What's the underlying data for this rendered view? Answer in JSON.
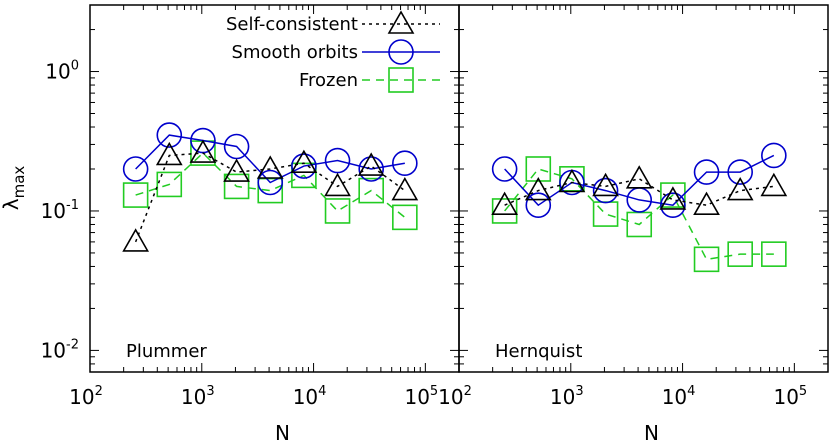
{
  "chart_data": {
    "type": "scatter",
    "y_scale": "log",
    "x_scale": "log",
    "ylabel": "λmax",
    "ylabel_main": "λ",
    "ylabel_sub": "max",
    "xlim": [
      100,
      200000
    ],
    "ylim": [
      0.007,
      3.0
    ],
    "y_ticks": [
      {
        "value": 1.0,
        "base": "10",
        "exp": "0"
      },
      {
        "value": 0.1,
        "base": "10",
        "exp": "-1"
      },
      {
        "value": 0.01,
        "base": "10",
        "exp": "-2"
      }
    ],
    "x_ticks": [
      {
        "value": 100,
        "base": "10",
        "exp": "2"
      },
      {
        "value": 1000,
        "base": "10",
        "exp": "3"
      },
      {
        "value": 10000,
        "base": "10",
        "exp": "4"
      },
      {
        "value": 100000,
        "base": "10",
        "exp": "5"
      }
    ],
    "legend": {
      "placement": "top-right (left panel)",
      "entries": [
        {
          "label": "Self-consistent",
          "series": "self"
        },
        {
          "label": "Smooth orbits",
          "series": "smooth"
        },
        {
          "label": "Frozen",
          "series": "frozen"
        }
      ]
    },
    "series_styles": {
      "self": {
        "color": "#000000",
        "marker": "triangle",
        "dash": "3,4"
      },
      "smooth": {
        "color": "#0000cc",
        "marker": "circle",
        "dash": ""
      },
      "frozen": {
        "color": "#22cc22",
        "marker": "square",
        "dash": "8,6"
      }
    },
    "panels": [
      {
        "label": "Plummer",
        "x": [
          256,
          512,
          1024,
          2048,
          4096,
          8192,
          16384,
          32768,
          65536
        ],
        "series": [
          {
            "key": "self",
            "values": [
              0.06,
              0.25,
              0.26,
              0.19,
              0.2,
              0.22,
              0.15,
              0.21,
              0.14
            ]
          },
          {
            "key": "smooth",
            "values": [
              0.2,
              0.35,
              0.32,
              0.29,
              0.16,
              0.21,
              0.23,
              0.2,
              0.22
            ]
          },
          {
            "key": "frozen",
            "values": [
              0.13,
              0.155,
              0.26,
              0.15,
              0.14,
              0.18,
              0.1,
              0.14,
              0.09
            ]
          }
        ]
      },
      {
        "label": "Hernquist",
        "x": [
          256,
          512,
          1024,
          2048,
          4096,
          8192,
          16384,
          32768,
          65536
        ],
        "series": [
          {
            "key": "self",
            "values": [
              0.11,
              0.14,
              0.16,
              0.15,
              0.17,
              0.12,
              0.11,
              0.14,
              0.15
            ]
          },
          {
            "key": "smooth",
            "values": [
              0.2,
              0.11,
              0.16,
              0.14,
              0.12,
              0.11,
              0.19,
              0.19,
              0.25
            ]
          },
          {
            "key": "frozen",
            "values": [
              0.1,
              0.2,
              0.17,
              0.095,
              0.08,
              0.13,
              0.045,
              0.049,
              0.049
            ]
          }
        ]
      }
    ],
    "xlabel": "N"
  }
}
